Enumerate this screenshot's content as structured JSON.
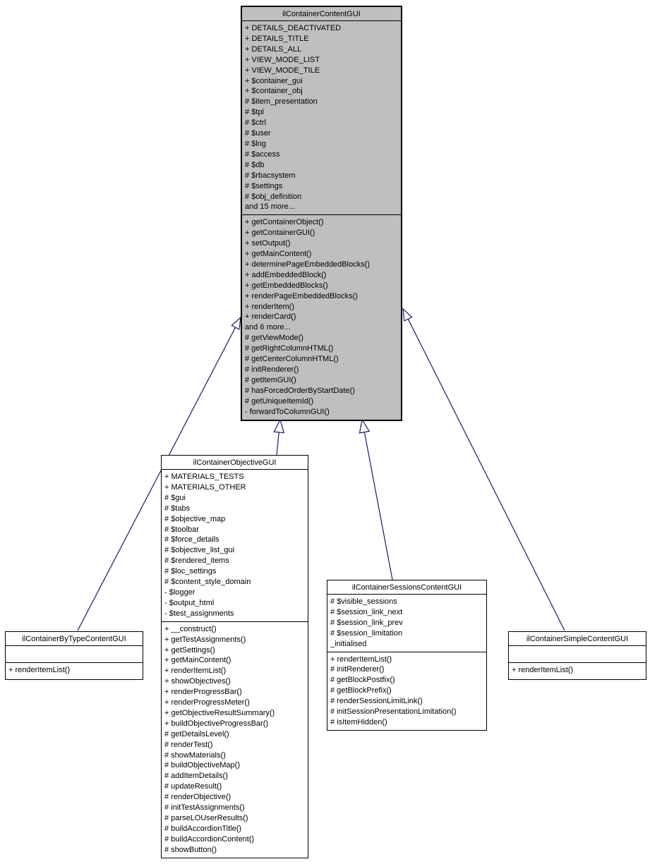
{
  "diagram": {
    "type": "uml-class-inheritance-diagram",
    "colors": {
      "highlight_fill": "#bfbfbf",
      "box_fill": "#ffffff",
      "border": "#000000",
      "arrow": "#191970"
    },
    "classes": [
      {
        "id": "ilContainerContentGUI",
        "title": "ilContainerContentGUI",
        "highlighted": true,
        "attributes": [
          "+ DETAILS_DEACTIVATED",
          "+ DETAILS_TITLE",
          "+ DETAILS_ALL",
          "+ VIEW_MODE_LIST",
          "+ VIEW_MODE_TILE",
          "+ $container_gui",
          "+ $container_obj",
          "# $item_presentation",
          "# $tpl",
          "# $ctrl",
          "# $user",
          "# $lng",
          "# $access",
          "# $db",
          "# $rbacsystem",
          "# $settings",
          "# $obj_definition",
          "and 15 more..."
        ],
        "methods": [
          "+ getContainerObject()",
          "+ getContainerGUI()",
          "+ setOutput()",
          "+ getMainContent()",
          "+ determinePageEmbeddedBlocks()",
          "+ addEmbeddedBlock()",
          "+ getEmbeddedBlocks()",
          "+ renderPageEmbeddedBlocks()",
          "+ renderItem()",
          "+ renderCard()",
          "and 6 more...",
          "# getViewMode()",
          "# getRightColumnHTML()",
          "# getCenterColumnHTML()",
          "# initRenderer()",
          "# getItemGUI()",
          "# hasForcedOrderByStartDate()",
          "# getUniqueItemId()",
          "- forwardToColumnGUI()"
        ]
      },
      {
        "id": "ilContainerByTypeContentGUI",
        "title": "ilContainerByTypeContentGUI",
        "highlighted": false,
        "attributes": [],
        "methods": [
          "+ renderItemList()"
        ]
      },
      {
        "id": "ilContainerObjectiveGUI",
        "title": "ilContainerObjectiveGUI",
        "highlighted": false,
        "attributes": [
          "+ MATERIALS_TESTS",
          "+ MATERIALS_OTHER",
          "# $gui",
          "# $tabs",
          "# $objective_map",
          "# $toolbar",
          "# $force_details",
          "# $objective_list_gui",
          "# $rendered_items",
          "# $loc_settings",
          "# $content_style_domain",
          "- $logger",
          "- $output_html",
          "- $test_assignments"
        ],
        "methods": [
          "+ __construct()",
          "+ getTestAssignments()",
          "+ getSettings()",
          "+ getMainContent()",
          "+ renderItemList()",
          "+ showObjectives()",
          "+ renderProgressBar()",
          "+ renderProgressMeter()",
          "+ getObjectiveResultSummary()",
          "+ buildObjectiveProgressBar()",
          "# getDetailsLevel()",
          "# renderTest()",
          "# showMaterials()",
          "# buildObjectiveMap()",
          "# addItemDetails()",
          "# updateResult()",
          "# renderObjective()",
          "# initTestAssignments()",
          "# parseLOUserResults()",
          "# buildAccordionTitle()",
          "# buildAccordionContent()",
          "# showButton()"
        ]
      },
      {
        "id": "ilContainerSessionsContentGUI",
        "title": "ilContainerSessionsContentGUI",
        "highlighted": false,
        "attributes": [
          "# $visible_sessions",
          "# $session_link_next",
          "# $session_link_prev",
          "# $session_limitation",
          "_initialised"
        ],
        "methods": [
          "+ renderItemList()",
          "# initRenderer()",
          "# getBlockPostfix()",
          "# getBlockPrefix()",
          "# renderSessionLimitLink()",
          "# initSessionPresentationLimitation()",
          "# isItemHidden()"
        ]
      },
      {
        "id": "ilContainerSimpleContentGUI",
        "title": "ilContainerSimpleContentGUI",
        "highlighted": false,
        "attributes": [],
        "methods": [
          "+ renderItemList()"
        ]
      }
    ],
    "relations": [
      {
        "from": "ilContainerByTypeContentGUI",
        "to": "ilContainerContentGUI",
        "type": "inheritance"
      },
      {
        "from": "ilContainerObjectiveGUI",
        "to": "ilContainerContentGUI",
        "type": "inheritance"
      },
      {
        "from": "ilContainerSessionsContentGUI",
        "to": "ilContainerContentGUI",
        "type": "inheritance"
      },
      {
        "from": "ilContainerSimpleContentGUI",
        "to": "ilContainerContentGUI",
        "type": "inheritance"
      }
    ]
  }
}
